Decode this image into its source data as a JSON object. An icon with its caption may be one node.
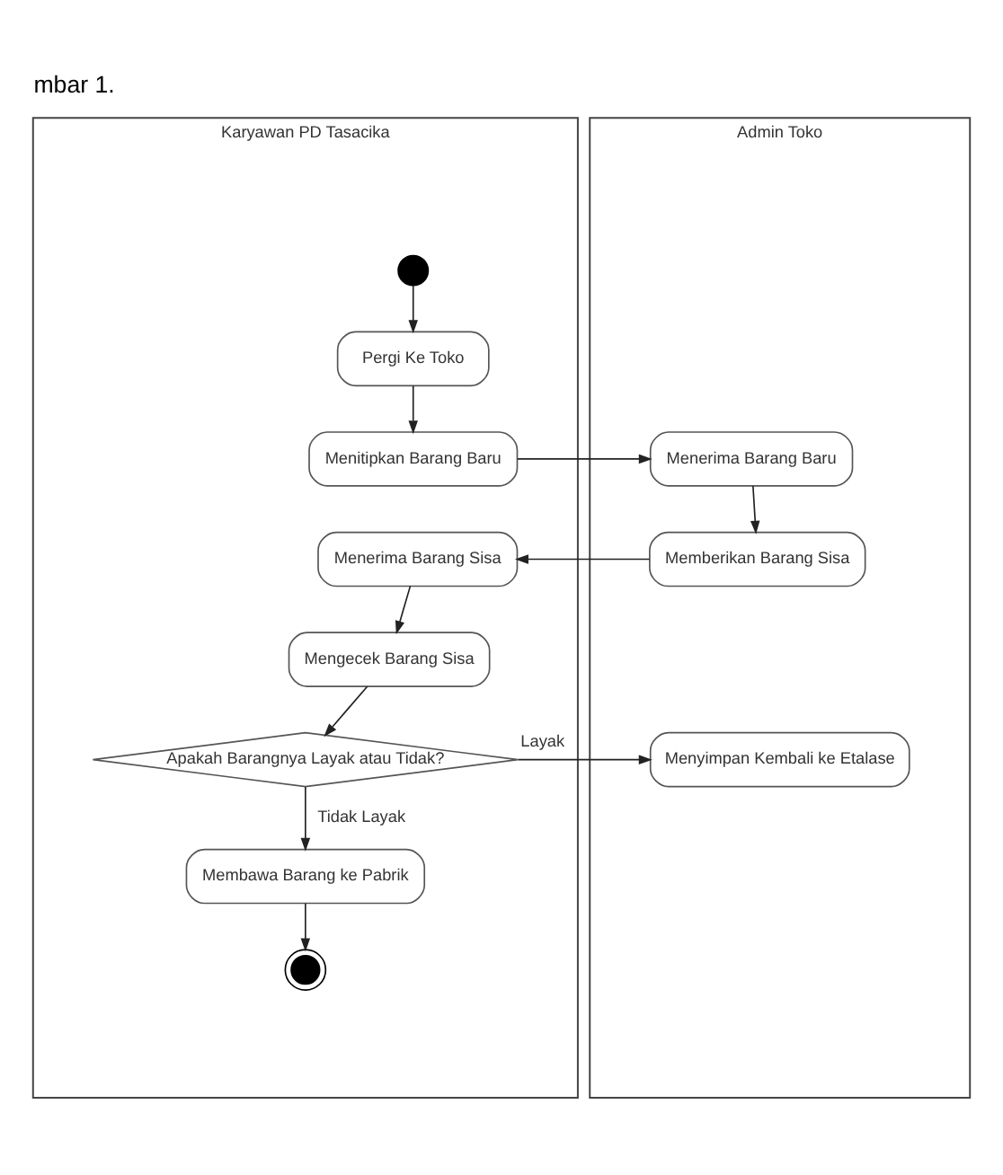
{
  "diagram": {
    "title": "mbar 1.",
    "nodes": [
      {
        "text": [
          "Karyawan PD Tasacika"
        ]
      },
      {
        "text": [
          "Admin Toko"
        ]
      },
      {
        "text": [],
        "shape": "circle",
        "in": 0
      },
      {
        "text": [
          "Pergi Ke Toko"
        ],
        "in": 0
      },
      {
        "text": [
          "Menitipkan Barang Baru"
        ],
        "in": 0
      },
      {
        "text": [
          "Menerima Barang Baru"
        ],
        "in": 1
      },
      {
        "text": [
          "Menerima Barang Sisa"
        ],
        "in": 0
      },
      {
        "text": [
          "Memberikan Barang Sisa"
        ],
        "in": 1
      },
      {
        "text": [
          "Mengecek Barang Sisa"
        ],
        "in": 0
      },
      {
        "text": [
          "Apakah Barangnya Layak atau Tidak?"
        ],
        "in": 0
      },
      {
        "text": [
          "Menyimpan Kembali ke Etalase"
        ],
        "in": 1
      },
      {
        "text": [
          "Membawa Barang ke Pabrik"
        ],
        "in": 0
      },
      {
        "text": [],
        "shape": "circle",
        "in": 0
      }
    ],
    "edges": [
      {
        "from": 2,
        "to": 3,
        "arrow": "to"
      },
      {
        "from": 3,
        "to": 4,
        "arrow": "to"
      },
      {
        "from": 4,
        "to": 5,
        "arrow": "to"
      },
      {
        "from": 5,
        "to": 7,
        "arrow": "to"
      },
      {
        "from": 7,
        "to": 6,
        "arrow": "to"
      },
      {
        "from": 6,
        "to": 8,
        "arrow": "to"
      },
      {
        "from": 8,
        "to": 9,
        "arrow": "to"
      },
      {
        "from": 9,
        "to": 10,
        "arrow": "to",
        "label": "Layak"
      },
      {
        "from": 9,
        "to": 11,
        "arrow": "to",
        "label": "Tidak Layak"
      },
      {
        "from": 11,
        "to": 12,
        "arrow": "to"
      }
    ]
  }
}
